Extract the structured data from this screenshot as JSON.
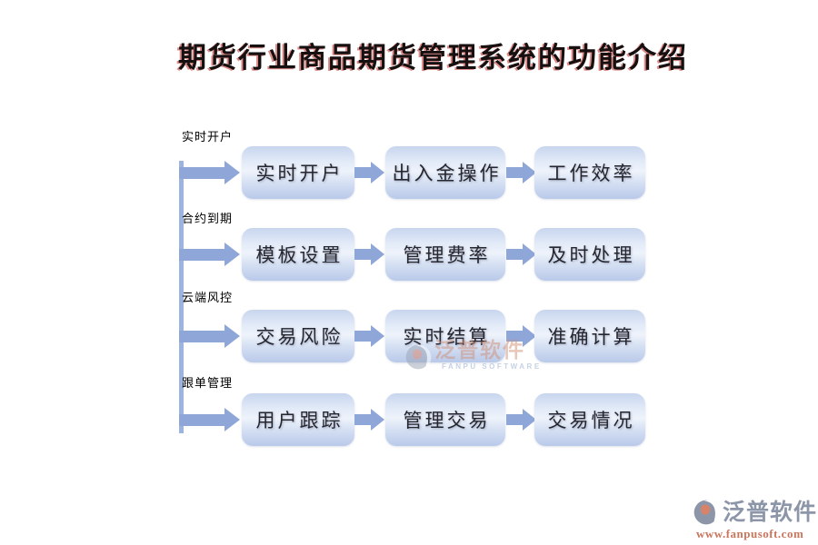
{
  "page": {
    "title": "期货行业商品期货管理系统的功能介绍"
  },
  "diagram": {
    "rows": [
      {
        "branch_label": "实时开户",
        "steps": [
          "实时开户",
          "出入金操作",
          "工作效率"
        ]
      },
      {
        "branch_label": "合约到期",
        "steps": [
          "模板设置",
          "管理费率",
          "及时处理"
        ]
      },
      {
        "branch_label": "云端风控",
        "steps": [
          "交易风险",
          "实时结算",
          "准确计算"
        ]
      },
      {
        "branch_label": "跟单管理",
        "steps": [
          "用户跟踪",
          "管理交易",
          "交易情况"
        ]
      }
    ]
  },
  "watermark": {
    "brand": "泛普软件",
    "brand_en": "FANPU SOFTWARE"
  },
  "footer_logo": {
    "brand": "泛普软件",
    "website": "www.fanpusoft.com"
  },
  "colors": {
    "arrow_blue": "#8fa6d9",
    "trunk_line_blue": "#9db4e0",
    "box_gradient_top": "#c7d5ee",
    "box_gradient_mid": "#eef3fb",
    "box_gradient_bottom": "#b9c9e9",
    "box_text": "#26262e",
    "title_text": "#161010",
    "title_shadow_red": "#c12c26",
    "logo_gray": "#8d96a9",
    "logo_salmon": "#d9826a",
    "website_salmon": "#c9765c"
  }
}
